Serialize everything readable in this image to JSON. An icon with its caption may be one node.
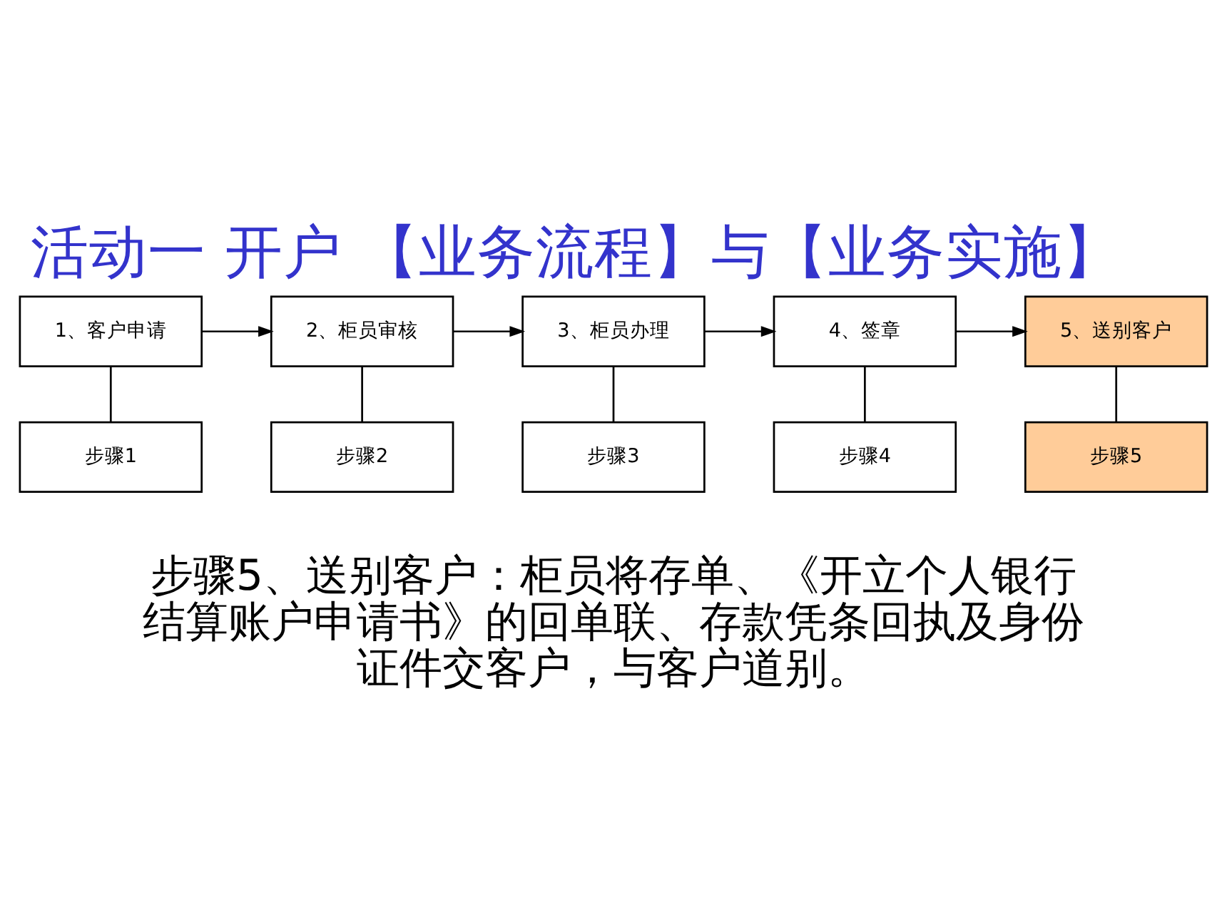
{
  "diagram": {
    "title": "活动一 开户 【业务流程】与【业务实施】",
    "nodes": [
      {
        "text": [
          "1、客户申请"
        ]
      },
      {
        "text": [
          "2、柜员审核"
        ]
      },
      {
        "text": [
          "3、柜员办理"
        ]
      },
      {
        "text": [
          "4、签章"
        ]
      },
      {
        "text": [
          "5、送别客户"
        ]
      },
      {
        "text": [
          "步骤1"
        ]
      },
      {
        "text": [
          "步骤2"
        ]
      },
      {
        "text": [
          "步骤3"
        ]
      },
      {
        "text": [
          "步骤4"
        ]
      },
      {
        "text": [
          "步骤5"
        ]
      }
    ],
    "edges": [
      {
        "from": 0,
        "to": 1,
        "arrow": "to"
      },
      {
        "from": 1,
        "to": 2,
        "arrow": "to"
      },
      {
        "from": 2,
        "to": 3,
        "arrow": "to"
      },
      {
        "from": 3,
        "to": 4,
        "arrow": "to"
      },
      {
        "from": 0,
        "to": 5,
        "arrow": "none"
      },
      {
        "from": 1,
        "to": 6,
        "arrow": "none"
      },
      {
        "from": 2,
        "to": 7,
        "arrow": "none"
      },
      {
        "from": 3,
        "to": 8,
        "arrow": "none"
      },
      {
        "from": 4,
        "to": 9,
        "arrow": "none"
      }
    ],
    "labels": [
      "步骤5、送别客户：柜员将存单、《开立个人银行结算账户申请书》的回单联、存款凭条回执及身份证件交客户，与客户道别。"
    ]
  }
}
